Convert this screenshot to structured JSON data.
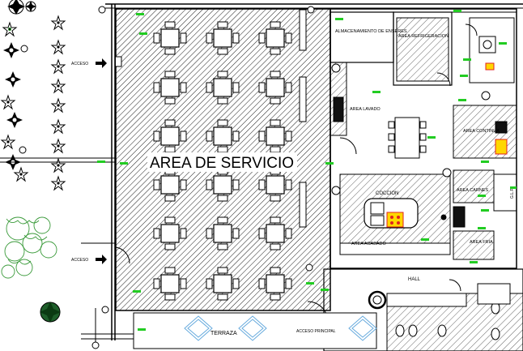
{
  "labels": {
    "service_area": "AREA DE SERVICIO",
    "storage": "ALMACENAMIENTO DE ENSERES",
    "refrigeration": "AREA REFRIGERACION",
    "washing": "AREA LAVADO",
    "cooking": "COCCION",
    "counter": "AREA CONTINUA",
    "meat": "AREA CARNES",
    "finishing": "AREA ACABADO",
    "cold": "AREA FRIA",
    "hall": "HALL",
    "terrace": "TERRAZA",
    "entrance_top": "ACCESO",
    "entrance_left": "ACCESO",
    "entrance_main": "ACCESO PRINCIPAL",
    "glp": "G.L.P"
  },
  "colors": {
    "hatch": "#000000",
    "dimension_green": "#22cc22",
    "trees_dark": "#1a1a1a",
    "bush_green": "#3a9a3a",
    "terrace_diamonds": "#66aadd",
    "appliance_yellow": "#ffd700",
    "appliance_red": "#e02020"
  },
  "icons": [
    "tree-icon",
    "star-plant-icon",
    "shrub-icon",
    "table-set-icon",
    "toilet-icon",
    "stove-icon"
  ]
}
